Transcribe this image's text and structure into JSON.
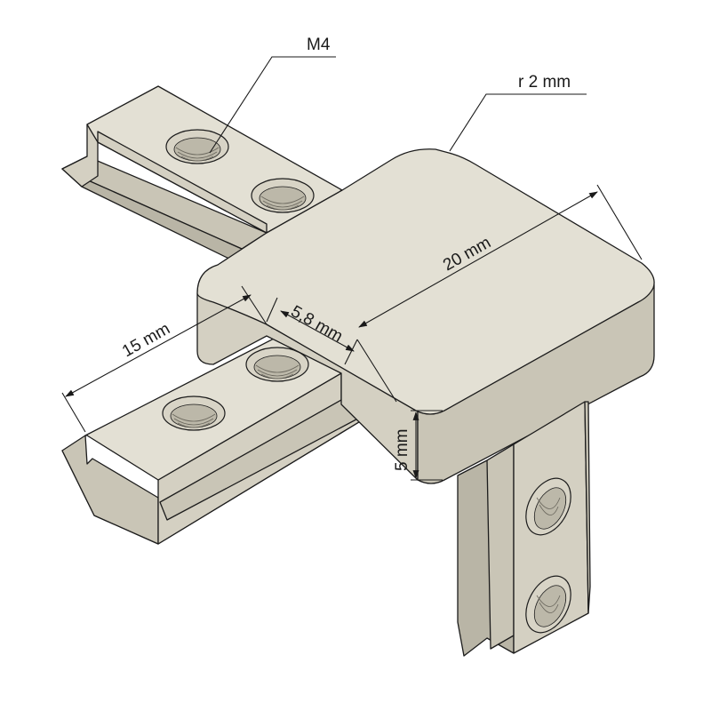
{
  "figure": {
    "annotations": {
      "thread": "M4",
      "radius": "r 2 mm",
      "width_top": "20 mm",
      "slot": "5,8 mm",
      "arm_length": "15 mm",
      "thickness": "5 mm"
    },
    "colors": {
      "part_top": "#e3e0d4",
      "part_side": "#c9c5b6",
      "part_dark": "#b9b5a6",
      "outline": "#1c1c1c"
    }
  }
}
